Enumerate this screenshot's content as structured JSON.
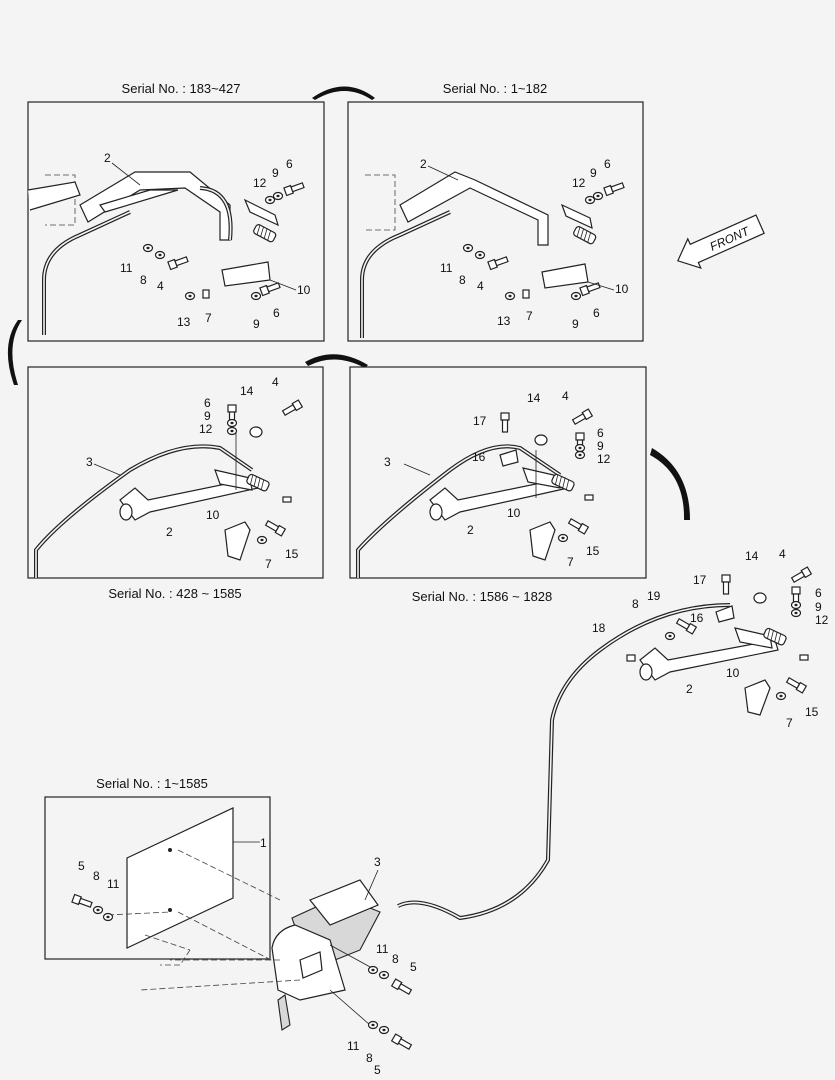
{
  "panels": {
    "p1": {
      "serial": "Serial No. : 183~427"
    },
    "p2": {
      "serial": "Serial No. : 1~182"
    },
    "p3": {
      "serial": "Serial No. : 428 ~ 1585"
    },
    "p4": {
      "serial": "Serial No. : 1586 ~ 1828"
    },
    "p5": {
      "serial": "Serial No. : 1~1585"
    }
  },
  "front_label": "FRONT",
  "callouts": {
    "p1": [
      "2",
      "12",
      "9",
      "6",
      "11",
      "8",
      "4",
      "10",
      "13",
      "7",
      "9",
      "6"
    ],
    "p2": [
      "2",
      "12",
      "9",
      "6",
      "11",
      "8",
      "4",
      "10",
      "13",
      "7",
      "9",
      "6"
    ],
    "p3": [
      "6",
      "9",
      "12",
      "14",
      "4",
      "3",
      "2",
      "10",
      "7",
      "15"
    ],
    "p4": [
      "17",
      "14",
      "4",
      "6",
      "9",
      "12",
      "16",
      "3",
      "2",
      "10",
      "7",
      "15"
    ],
    "main": [
      "14",
      "4",
      "17",
      "6",
      "9",
      "12",
      "8",
      "19",
      "16",
      "18",
      "2",
      "10",
      "7",
      "15"
    ],
    "p5": [
      "1",
      "5",
      "8",
      "11"
    ],
    "lower": [
      "3",
      "11",
      "8",
      "5",
      "11",
      "8",
      "5"
    ]
  },
  "colors": {
    "line": "#222222",
    "background": "#f4f4f4"
  }
}
